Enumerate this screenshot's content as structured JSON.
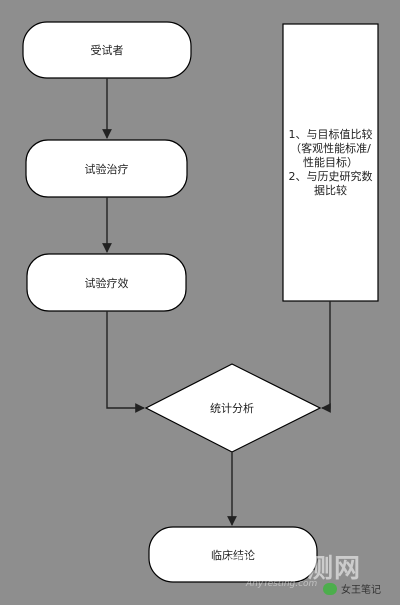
{
  "nodes": {
    "subject": "受试者",
    "treatment": "试验治疗",
    "efficacy": "试验疗效",
    "analysis": "统计分析",
    "conclusion": "临床结论"
  },
  "side_note": {
    "line1": "1、与目标值比较（客观性能标准/性能目标）",
    "line2": "2、与历史研究数据比较"
  },
  "watermark": {
    "text": "嘉峪检测网",
    "sub": "AnyTesting.com"
  },
  "wechat": {
    "icon": "wechat-icon",
    "label": "女王笔记"
  },
  "colors": {
    "background": "#8e8e8e",
    "node_fill": "#ffffff",
    "stroke": "#000000"
  }
}
